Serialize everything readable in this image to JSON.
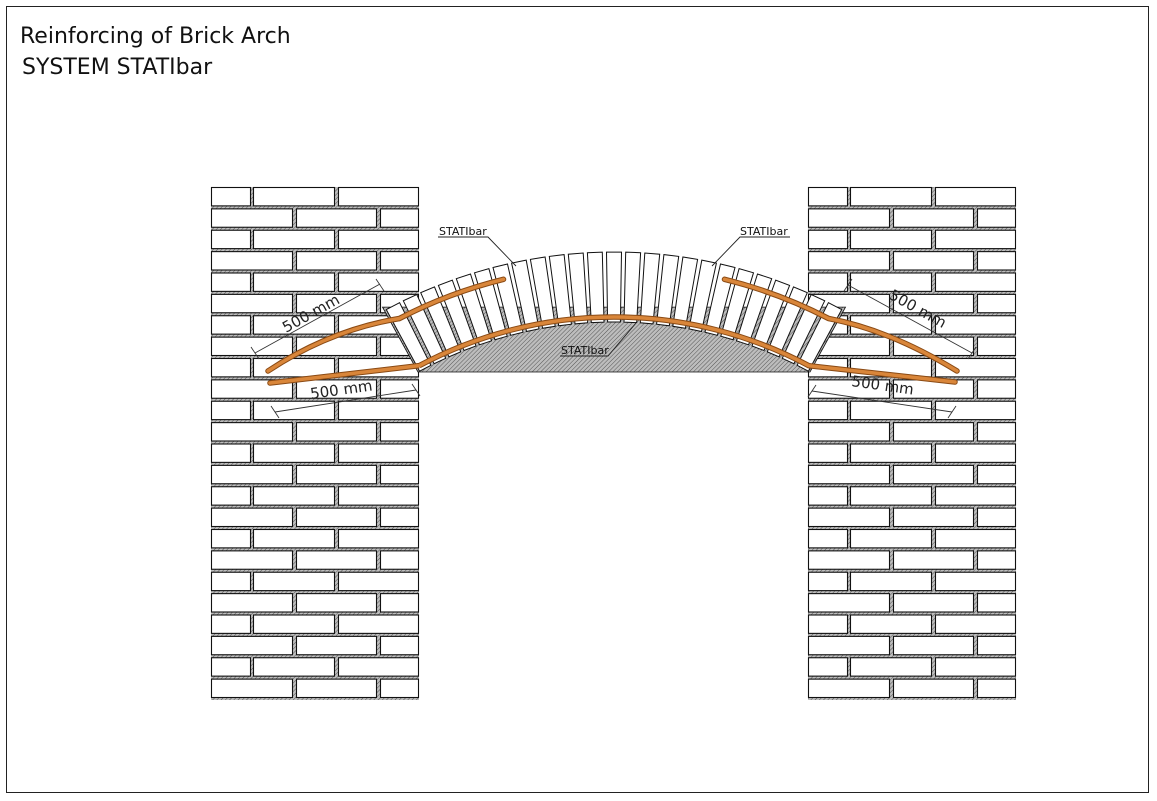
{
  "title": {
    "line1": "Reinforcing of Brick Arch",
    "line2": "SYSTEM STATIbar"
  },
  "labels": {
    "left_bar": "STATIbar",
    "right_bar": "STATIbar",
    "center_bar": "STATIbar"
  },
  "dimensions": {
    "left_upper": "500 mm",
    "left_lower": "500 mm",
    "right_upper": "500 mm",
    "right_lower": "500 mm"
  },
  "colors": {
    "bar": "#d9863a",
    "bar_edge": "#8a4a14",
    "mortar": "#9a9a9a",
    "brick": "#ffffff",
    "line": "#111111"
  }
}
